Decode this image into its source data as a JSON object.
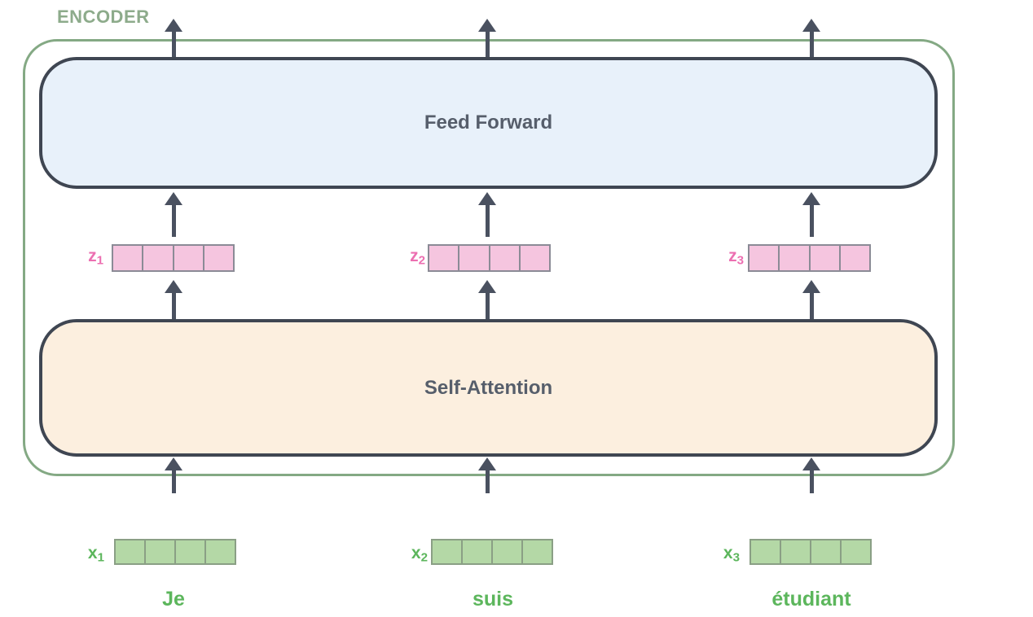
{
  "encoder": {
    "label": "ENCODER",
    "feed_forward_label": "Feed Forward",
    "self_attention_label": "Self-Attention"
  },
  "cells_per_vector": 4,
  "columns": [
    {
      "z": {
        "base": "z",
        "sub": "1"
      },
      "x": {
        "base": "x",
        "sub": "1"
      },
      "word": "Je"
    },
    {
      "z": {
        "base": "z",
        "sub": "2"
      },
      "x": {
        "base": "x",
        "sub": "2"
      },
      "word": "suis"
    },
    {
      "z": {
        "base": "z",
        "sub": "3"
      },
      "x": {
        "base": "x",
        "sub": "3"
      },
      "word": "étudiant"
    }
  ],
  "colors": {
    "encoder_outline": "#84a984",
    "encoder_label": "#8dab8b",
    "block_border": "#3f4652",
    "feed_forward_fill": "#e8f1fa",
    "self_attention_fill": "#fcefdf",
    "block_text": "#565e6b",
    "arrow": "#4a5160",
    "z_vector_fill": "#f5c5df",
    "z_vector_border": "#8b8b96",
    "z_label": "#ec6fb1",
    "x_vector_fill": "#b4d8a6",
    "x_vector_border": "#8a9f85",
    "x_label": "#5cb65c",
    "word_text": "#5cb65c"
  }
}
